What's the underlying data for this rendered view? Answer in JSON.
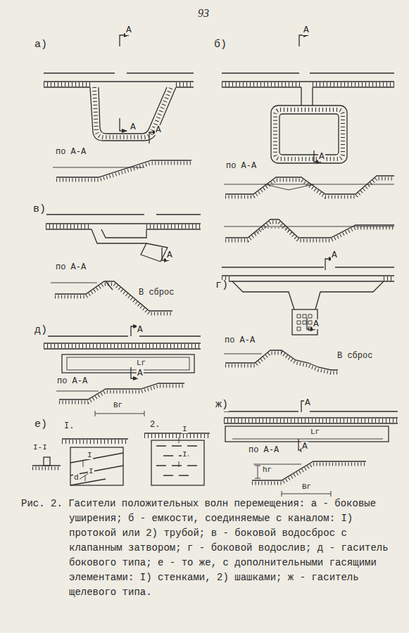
{
  "diagram": {
    "caption": "Рис. 2. Гасители положительных волн перемещения: а - боковые уширения; б - емкости, соединяемые с каналом: I) протокой или 2) трубой; в - боковой водосброс с клапанным затвором; г - боковой водослив; д - гаситель бокового типа; е - то же, с дополнительными гасящими элементами: I) стенками, 2) шашками; ж - гаситель щелевого типа.",
    "labels": [
      "93",
      "а)",
      "А",
      "А",
      "по А-А",
      "б)",
      "А",
      "А",
      "по А-А",
      "в)",
      "А",
      "А",
      "по А-А",
      "В сброс",
      "г)",
      "А",
      "А",
      "по А-А",
      "В сброс",
      "д)",
      "А",
      "А",
      "Lг",
      "по А-А",
      "Bг",
      "е)",
      "I.",
      "2.",
      "I-I",
      "I",
      "I",
      "d",
      "I",
      "I",
      "ж)",
      "А",
      "А",
      "Lг",
      "по А-А",
      "hг",
      "Bг"
    ]
  }
}
